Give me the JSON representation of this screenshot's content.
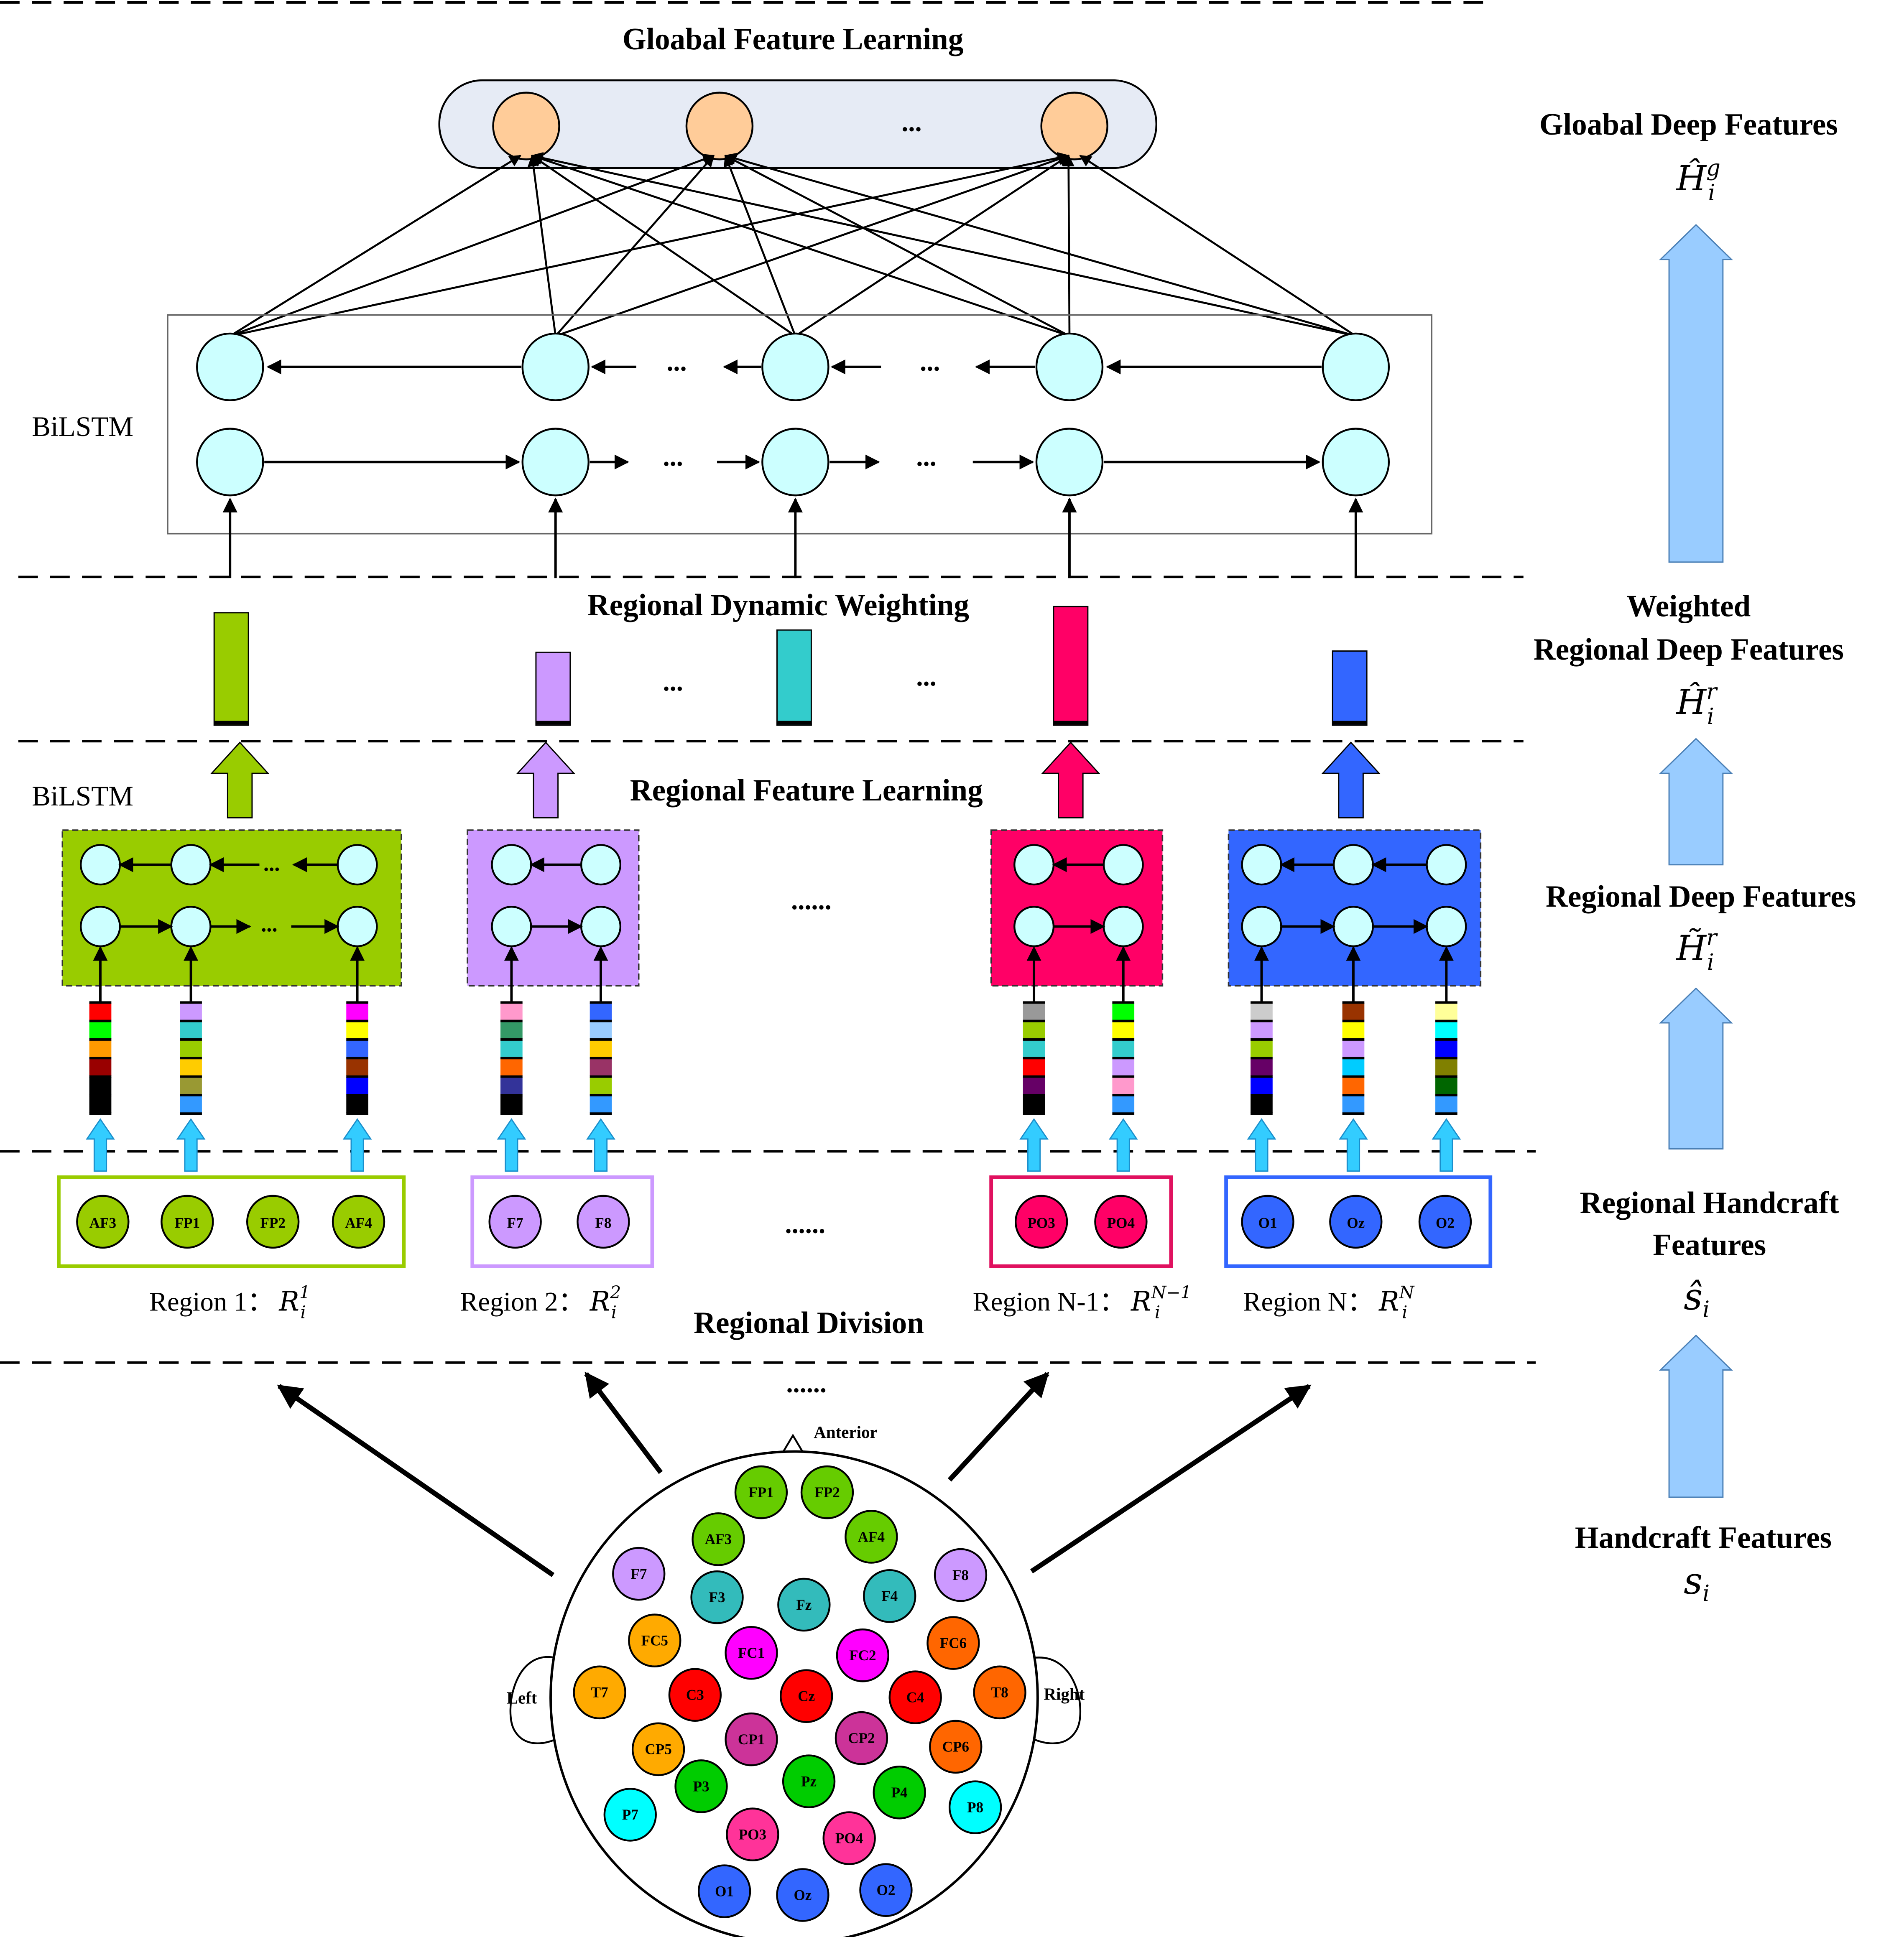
{
  "sections": {
    "global": "Gloabal Feature Learning",
    "weighting": "Regional Dynamic Weighting",
    "regional": "Regional Feature Learning",
    "division": "Regional Division"
  },
  "bilstm_label": "BiLSTM",
  "ellipsis": "...",
  "ellipsis_long": "......",
  "right_labels": {
    "global_deep": "Gloabal Deep Features",
    "global_sym": "Ĥ",
    "global_sup": "g",
    "weighted_1": "Weighted",
    "weighted_2": "Regional Deep Features",
    "weighted_sym": "Ĥ",
    "weighted_sup": "r",
    "regional_deep": "Regional Deep Features",
    "regional_sym": "H̃",
    "regional_sup": "r",
    "handcraft_regional_1": "Regional Handcraft",
    "handcraft_regional_2": "Features",
    "handcraft_regional_sym": "ŝ",
    "handcraft": "Handcraft Features",
    "handcraft_sym": "s",
    "sub_i": "i"
  },
  "regions": [
    {
      "label": "Region 1：",
      "sym": "R",
      "sup": "1",
      "sub": "i",
      "color": "#99cc00",
      "border": "#99cc00",
      "electrodes": [
        "AF3",
        "FP1",
        "FP2",
        "AF4"
      ]
    },
    {
      "label": "Region 2：",
      "sym": "R",
      "sup": "2",
      "sub": "i",
      "color": "#cc99ff",
      "border": "#cc99ff",
      "electrodes": [
        "F7",
        "F8"
      ]
    },
    {
      "label": "Region N-1：",
      "sym": "R",
      "sup": "N−1",
      "sub": "i",
      "color": "#ff0066",
      "border": "#e0115f",
      "electrodes": [
        "PO3",
        "PO4"
      ]
    },
    {
      "label": "Region N：",
      "sym": "R",
      "sup": "N",
      "sub": "i",
      "color": "#3366ff",
      "border": "#3366ff",
      "electrodes": [
        "O1",
        "Oz",
        "O2"
      ]
    }
  ],
  "head": {
    "anterior": "Anterior",
    "left": "Left",
    "right": "Right",
    "electrodes": [
      {
        "name": "FP1",
        "color": "#66cc00"
      },
      {
        "name": "FP2",
        "color": "#66cc00"
      },
      {
        "name": "AF3",
        "color": "#66cc00"
      },
      {
        "name": "AF4",
        "color": "#66cc00"
      },
      {
        "name": "F7",
        "color": "#cc99ff"
      },
      {
        "name": "F8",
        "color": "#cc99ff"
      },
      {
        "name": "F3",
        "color": "#33bbbb"
      },
      {
        "name": "Fz",
        "color": "#33bbbb"
      },
      {
        "name": "F4",
        "color": "#33bbbb"
      },
      {
        "name": "FC5",
        "color": "#ffaa00"
      },
      {
        "name": "FC1",
        "color": "#ff00ff"
      },
      {
        "name": "FC2",
        "color": "#ff00ff"
      },
      {
        "name": "FC6",
        "color": "#ff6600"
      },
      {
        "name": "T7",
        "color": "#ffaa00"
      },
      {
        "name": "C3",
        "color": "#ff0000"
      },
      {
        "name": "Cz",
        "color": "#ff0000"
      },
      {
        "name": "C4",
        "color": "#ff0000"
      },
      {
        "name": "T8",
        "color": "#ff6600"
      },
      {
        "name": "CP5",
        "color": "#ffaa00"
      },
      {
        "name": "CP1",
        "color": "#cc3399"
      },
      {
        "name": "CP2",
        "color": "#cc3399"
      },
      {
        "name": "CP6",
        "color": "#ff6600"
      },
      {
        "name": "P7",
        "color": "#00ffff"
      },
      {
        "name": "P3",
        "color": "#00cc00"
      },
      {
        "name": "Pz",
        "color": "#00cc00"
      },
      {
        "name": "P4",
        "color": "#00cc00"
      },
      {
        "name": "P8",
        "color": "#00ffff"
      },
      {
        "name": "PO3",
        "color": "#ff3399"
      },
      {
        "name": "PO4",
        "color": "#ff3399"
      },
      {
        "name": "O1",
        "color": "#3366ff"
      },
      {
        "name": "Oz",
        "color": "#3366ff"
      },
      {
        "name": "O2",
        "color": "#3366ff"
      }
    ]
  },
  "colors": {
    "node_fill": "#ccffff",
    "global_node_fill": "#ffcc99",
    "global_box_fill": "#e6ebf5",
    "arrow_blue": "#99ccff",
    "small_arrow": "#33ccff",
    "weight_bars": [
      "#99cc00",
      "#cc99ff",
      "#33cccc",
      "#ff0066",
      "#3366ff"
    ],
    "feature_strips": [
      [
        "#ff0000",
        "#00ff00",
        "#ff9900",
        "#990000",
        "#000000",
        "#000000"
      ],
      [
        "#cc99ff",
        "#33cccc",
        "#99cc00",
        "#ffcc00",
        "#999933",
        "#3399ff"
      ],
      [
        "#ff00ff",
        "#ffff00",
        "#3366ff",
        "#993300",
        "#0000ff",
        "#000000"
      ],
      [
        "#ff99cc",
        "#339966",
        "#33cccc",
        "#ff6600",
        "#333399",
        "#000000"
      ],
      [
        "#3366ff",
        "#99ccff",
        "#ffcc00",
        "#993366",
        "#99cc00",
        "#3399ff"
      ],
      [
        "#999999",
        "#99cc00",
        "#33cccc",
        "#ff0000",
        "#660066",
        "#000000"
      ],
      [
        "#00ff00",
        "#ffff00",
        "#33cccc",
        "#cc99ff",
        "#ff99cc",
        "#3399ff"
      ],
      [
        "#cccccc",
        "#cc99ff",
        "#99cc00",
        "#660066",
        "#0000ff",
        "#000000"
      ],
      [
        "#993300",
        "#ffff00",
        "#cc99ff",
        "#00ccff",
        "#ff6600",
        "#3399ff"
      ],
      [
        "#ffff99",
        "#00ffff",
        "#0000ff",
        "#808000",
        "#006600",
        "#3399ff"
      ]
    ]
  }
}
